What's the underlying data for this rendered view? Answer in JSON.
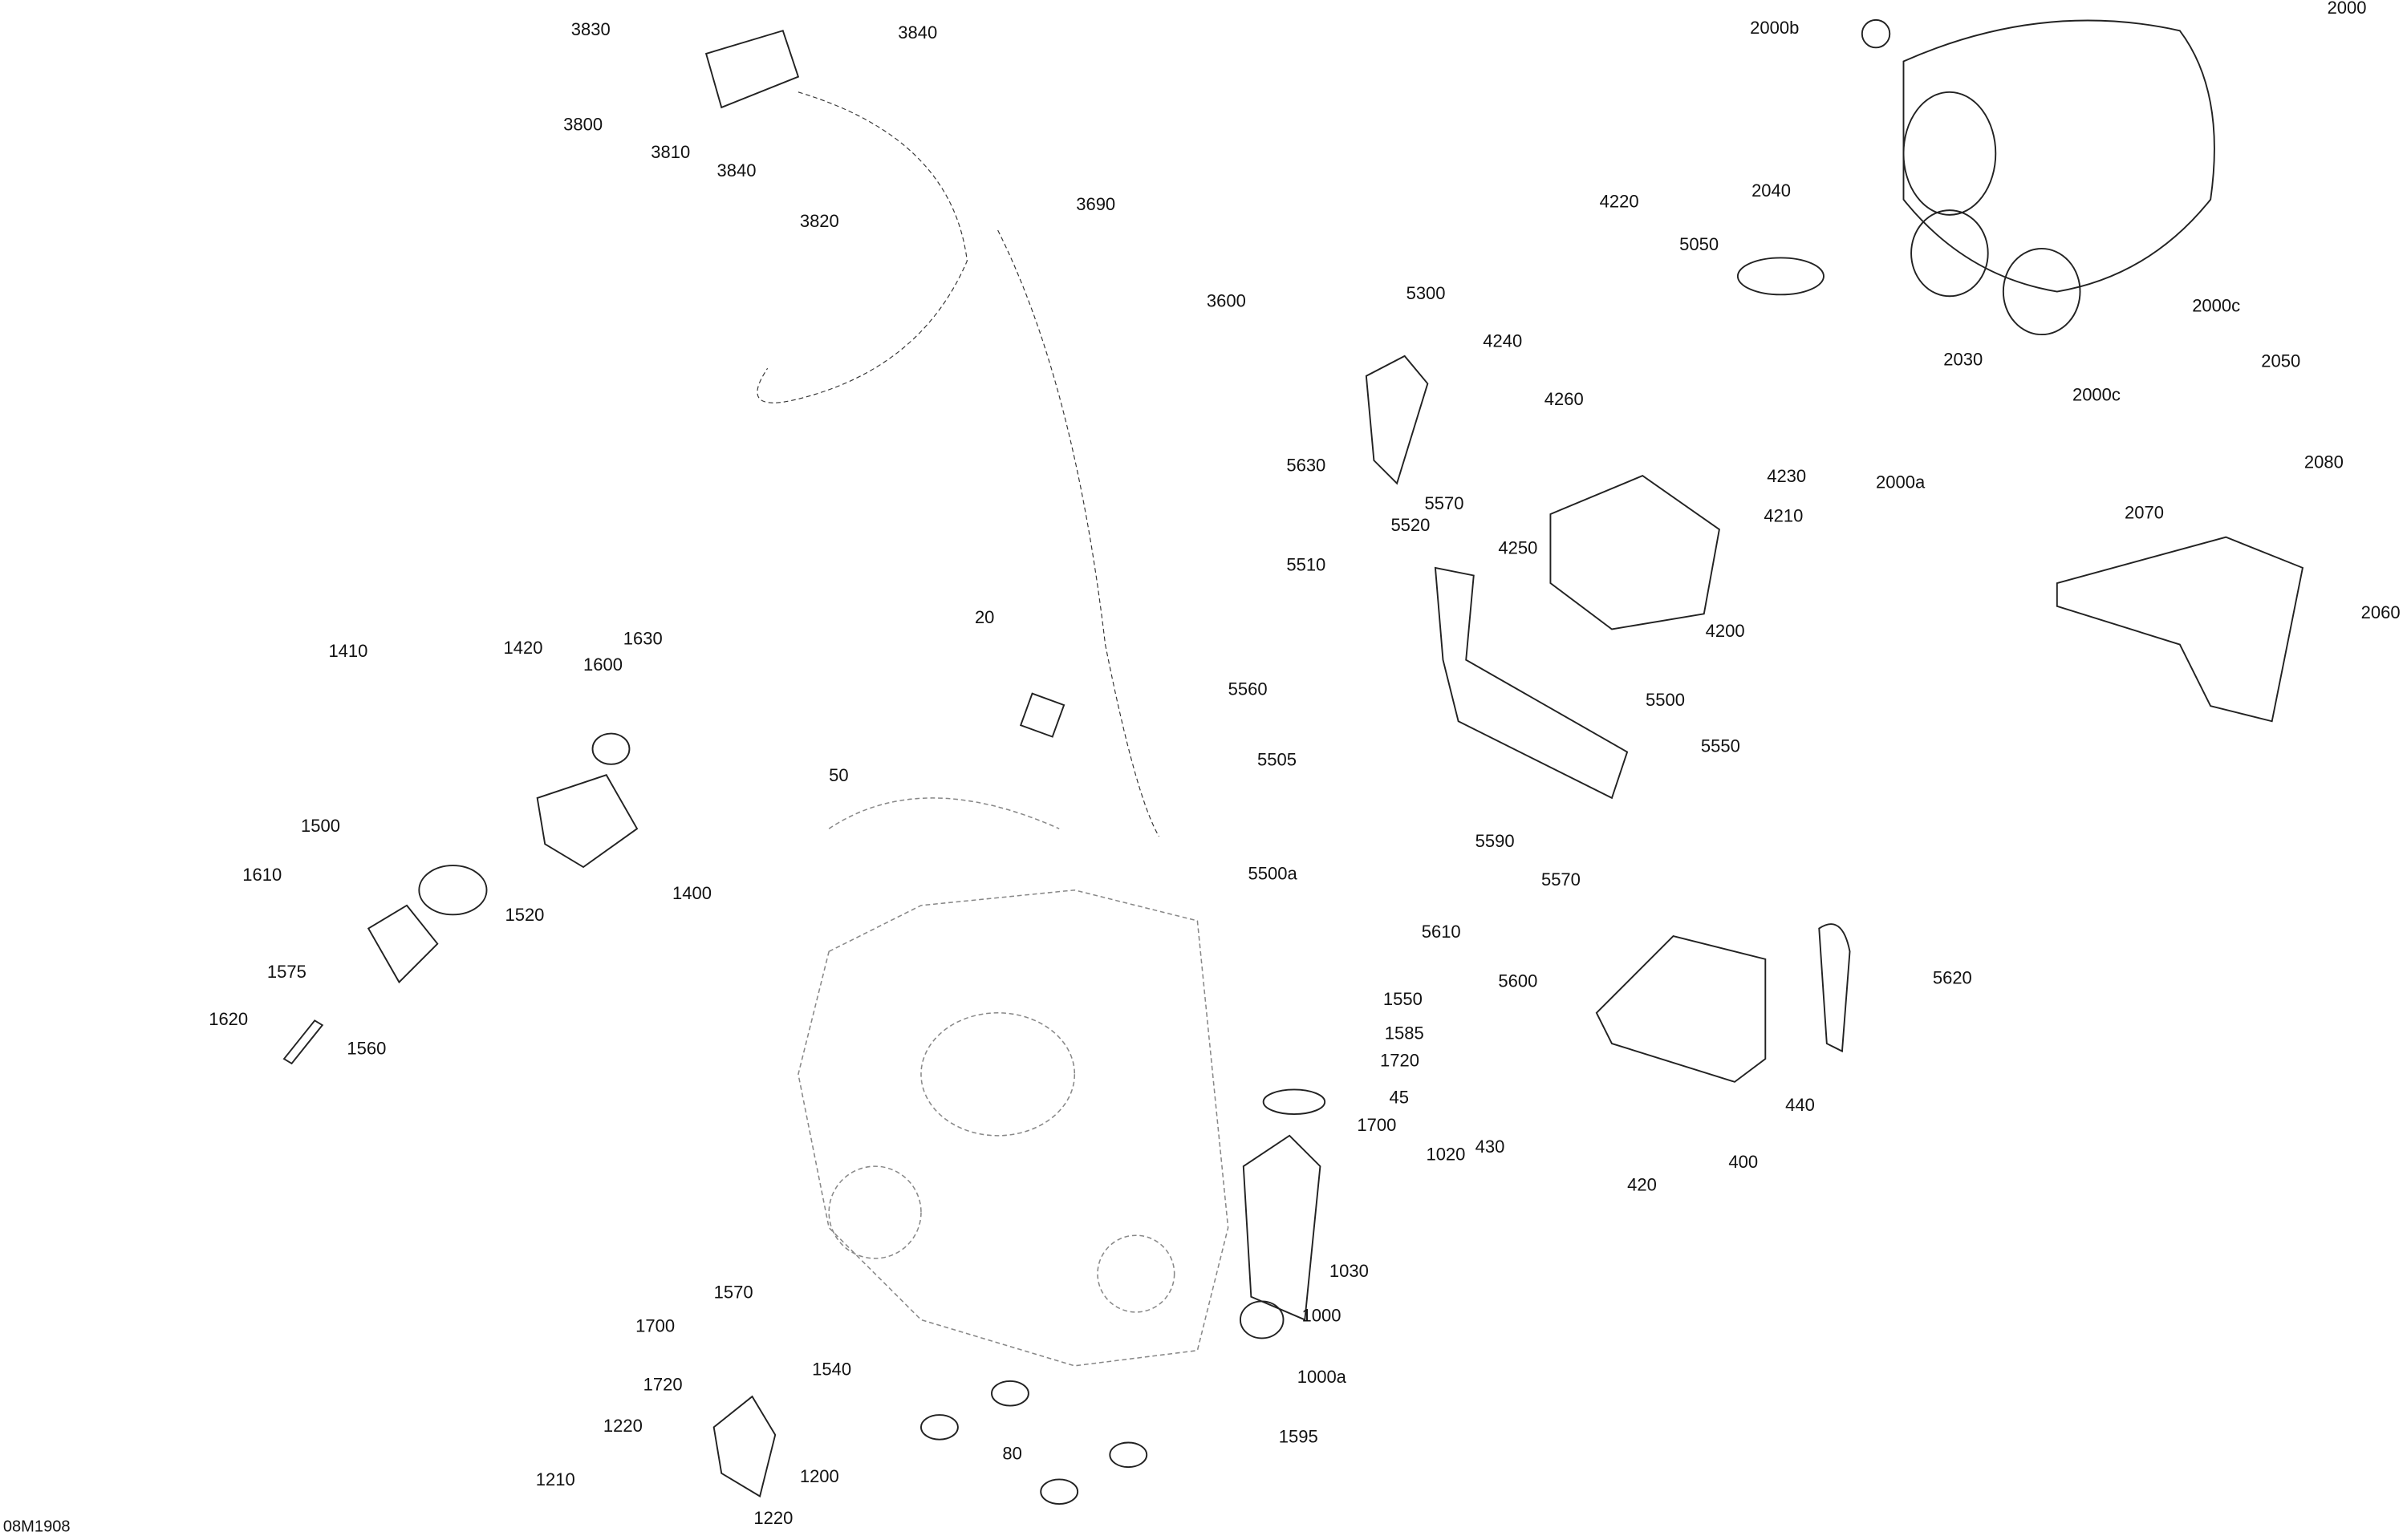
{
  "diagram_code": "08M1908",
  "labels": [
    "3830",
    "3840",
    "3800",
    "3810",
    "3840",
    "3820",
    "3690",
    "3600",
    "2000b",
    "2000",
    "4220",
    "2040",
    "5050",
    "5300",
    "4240",
    "2000c",
    "2030",
    "2050",
    "2000c",
    "4260",
    "4230",
    "2000a",
    "4210",
    "2080",
    "2070",
    "5630",
    "5570",
    "5520",
    "4250",
    "5510",
    "4200",
    "2060",
    "20",
    "1410",
    "1420",
    "1630",
    "1600",
    "5560",
    "5500",
    "5505",
    "5550",
    "50",
    "1500",
    "1400",
    "1610",
    "1520",
    "5590",
    "5500a",
    "5570",
    "1575",
    "1620",
    "1560",
    "5610",
    "5600",
    "5620",
    "1550",
    "1585",
    "1720",
    "45",
    "1700",
    "1020",
    "440",
    "430",
    "400",
    "420",
    "1030",
    "1000",
    "1570",
    "1540",
    "1700",
    "1000a",
    "1720",
    "1595",
    "80",
    "1220",
    "1200",
    "1210",
    "1220"
  ]
}
